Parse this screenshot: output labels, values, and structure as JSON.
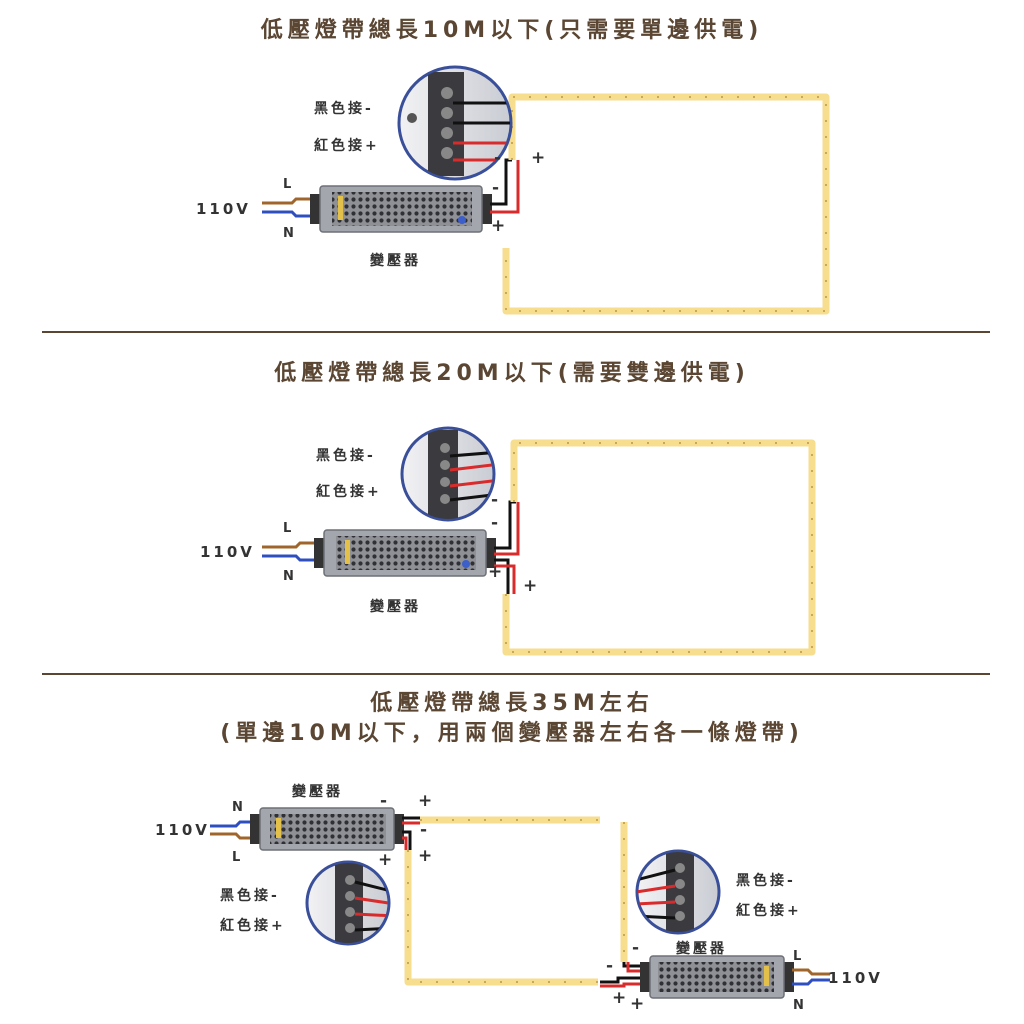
{
  "colors": {
    "title": "#5a4632",
    "divider": "#5a4632",
    "strip": "#f7de8e",
    "wire_red": "#d92b2b",
    "wire_black": "#111111",
    "wire_blue": "#2f4fbf",
    "wire_brown": "#a0652a"
  },
  "section1": {
    "title": "低壓燈帶總長10M以下(只需要單邊供電)",
    "black_label": "黑色接-",
    "red_label": "紅色接+",
    "voltage": "110V",
    "pin_l": "L",
    "pin_n": "N",
    "transformer_label": "變壓器",
    "minus": "-",
    "plus": "+"
  },
  "section2": {
    "title": "低壓燈帶總長20M以下(需要雙邊供電)",
    "black_label": "黑色接-",
    "red_label": "紅色接+",
    "voltage": "110V",
    "pin_l": "L",
    "pin_n": "N",
    "transformer_label": "變壓器",
    "minus": "-",
    "plus": "+"
  },
  "section3": {
    "title_line1": "低壓燈帶總長35M左右",
    "title_line2": "(單邊10M以下，用兩個變壓器左右各一條燈帶)",
    "left": {
      "transformer_label": "變壓器",
      "voltage": "110V",
      "pin_n": "N",
      "pin_l": "L",
      "black_label": "黑色接-",
      "red_label": "紅色接+",
      "minus": "-",
      "plus": "+"
    },
    "right": {
      "transformer_label": "變壓器",
      "voltage": "110V",
      "pin_l": "L",
      "pin_n": "N",
      "black_label": "黑色接-",
      "red_label": "紅色接+",
      "minus": "-",
      "plus": "+"
    }
  }
}
